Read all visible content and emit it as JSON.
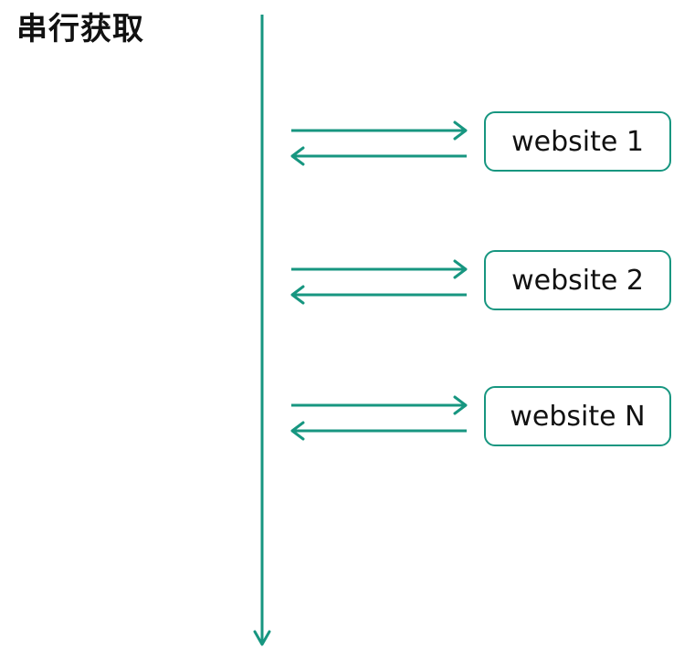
{
  "title": "串行获取",
  "colors": {
    "accent": "#179680",
    "text": "#111111",
    "background": "#ffffff"
  },
  "websites": [
    {
      "label": "website 1"
    },
    {
      "label": "website 2"
    },
    {
      "label": "website N"
    }
  ]
}
